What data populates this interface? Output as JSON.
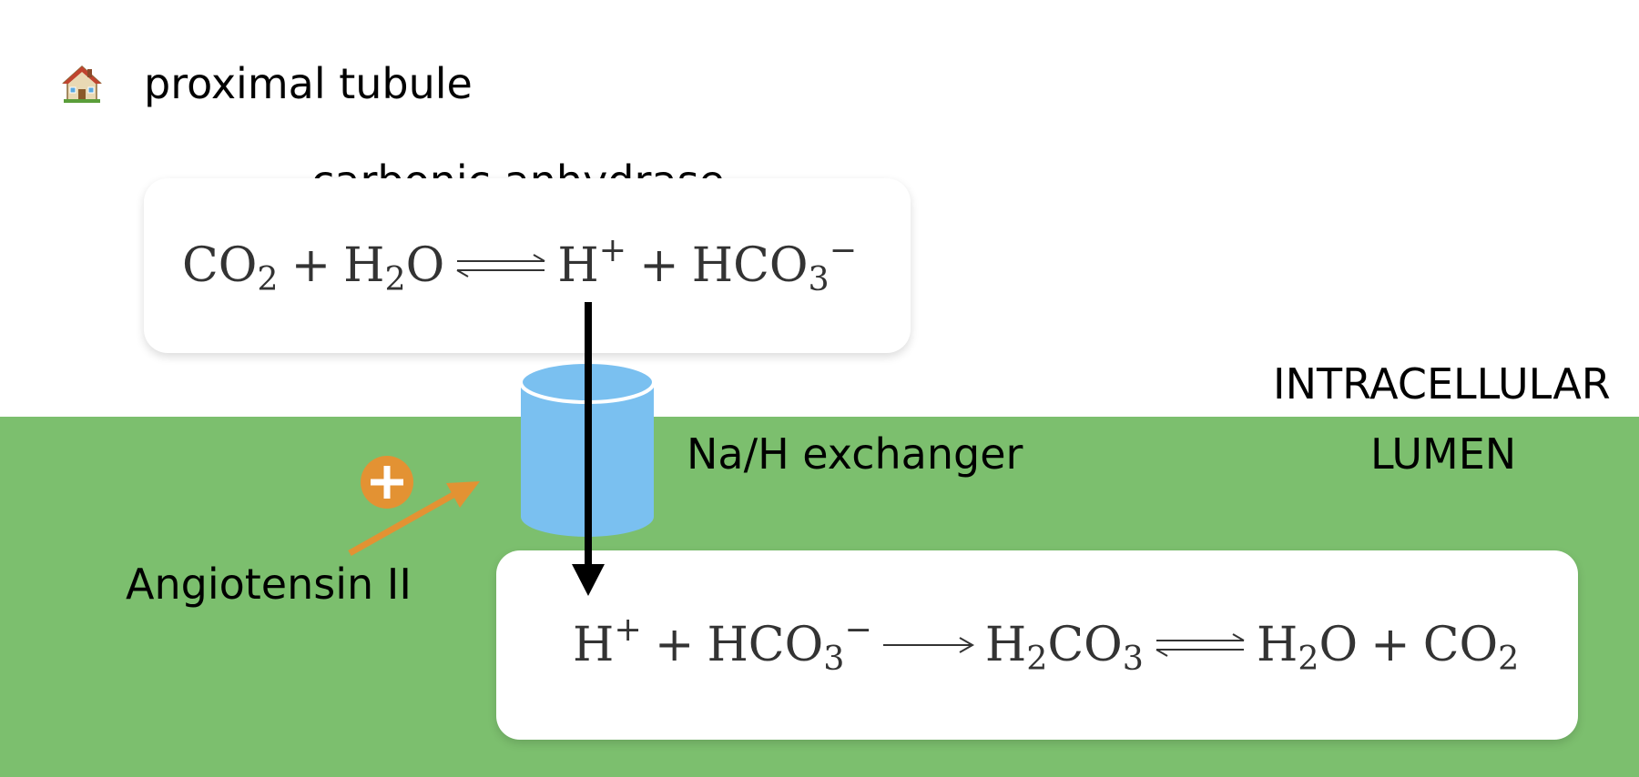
{
  "header": {
    "icon": "house-icon",
    "title": "proximal tubule"
  },
  "zones": {
    "intracellular": "INTRACELLULAR",
    "lumen": "LUMEN"
  },
  "enzyme_label": "carbonic anhydrase",
  "transporter_label": "Na/H exchanger",
  "stimulus_label": "Angiotensin II",
  "equations": {
    "top": [
      {
        "base": "CO",
        "sub": "2"
      },
      {
        "op": "+"
      },
      {
        "base": "H",
        "sub": "2",
        "tail": "O"
      },
      {
        "arrow": "equilibrium"
      },
      {
        "base": "H",
        "sup": "+"
      },
      {
        "op": "+"
      },
      {
        "base": "HCO",
        "sub": "3",
        "sup": "−"
      }
    ],
    "bottom": [
      {
        "base": "H",
        "sup": "+"
      },
      {
        "op": "+"
      },
      {
        "base": "HCO",
        "sub": "3",
        "sup": "−"
      },
      {
        "arrow": "forward"
      },
      {
        "base": "H",
        "sub": "2",
        "tail": "CO",
        "sub2": "3"
      },
      {
        "arrow": "equilibrium"
      },
      {
        "base": "H",
        "sub": "2",
        "tail": "O"
      },
      {
        "op": "+"
      },
      {
        "base": "CO",
        "sub": "2"
      }
    ]
  },
  "colors": {
    "lumen": "#7cbf6e",
    "transporter": "#7ac0f0",
    "stimulus": "#e39233",
    "flux_arrow": "#000000"
  }
}
